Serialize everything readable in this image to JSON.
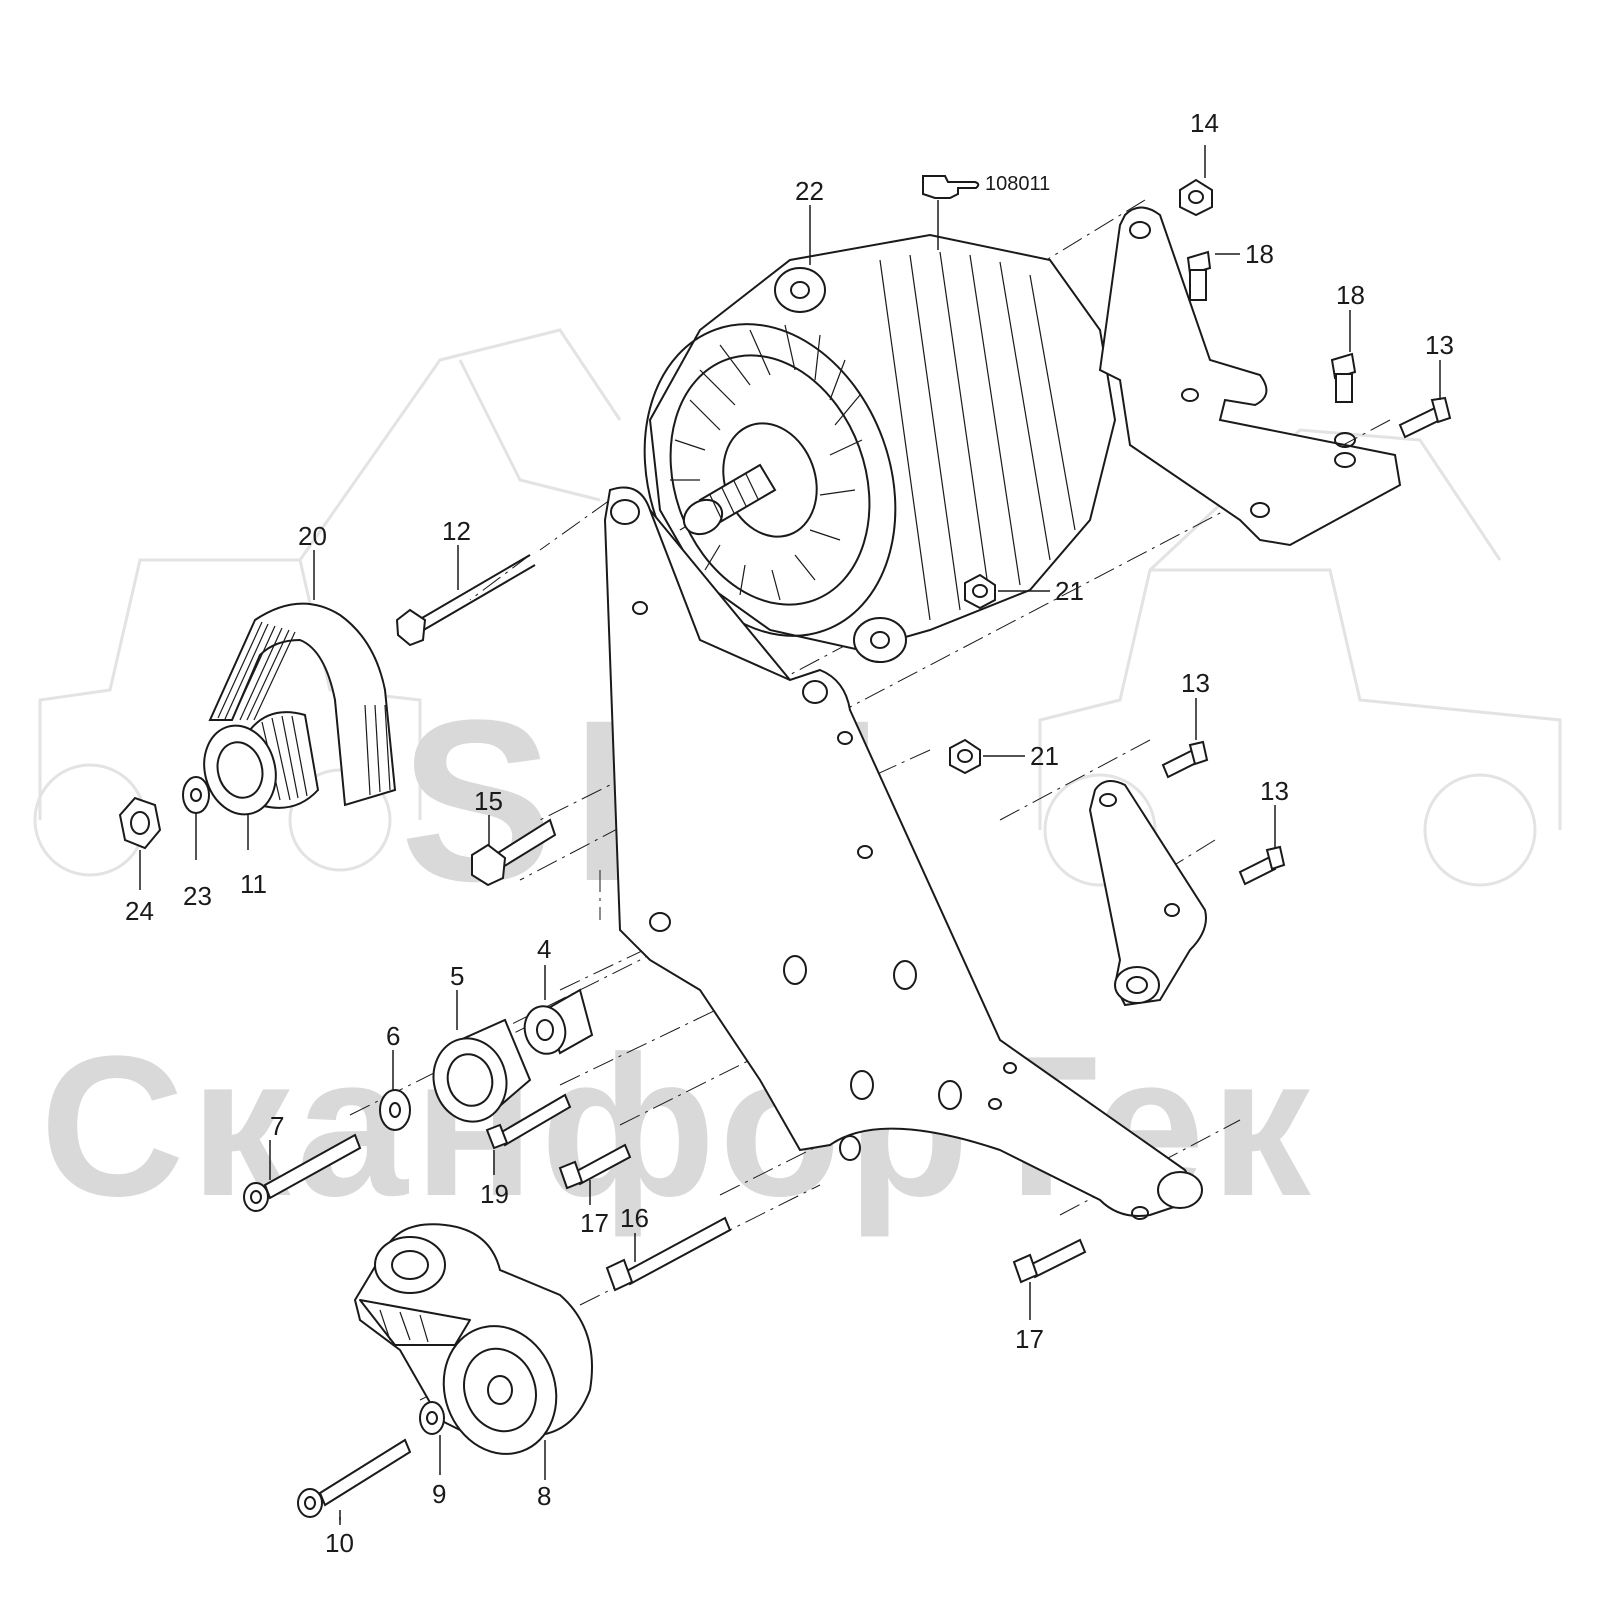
{
  "watermark": {
    "brand": "SFT",
    "company": "СканфорТек"
  },
  "reference": {
    "code": "108011",
    "icon": "pointing-hand-icon"
  },
  "callouts": [
    {
      "id": "c22",
      "label": "22"
    },
    {
      "id": "c14",
      "label": "14"
    },
    {
      "id": "c18a",
      "label": "18"
    },
    {
      "id": "c18b",
      "label": "18"
    },
    {
      "id": "c13a",
      "label": "13"
    },
    {
      "id": "c20",
      "label": "20"
    },
    {
      "id": "c12",
      "label": "12"
    },
    {
      "id": "c21a",
      "label": "21"
    },
    {
      "id": "c13b",
      "label": "13"
    },
    {
      "id": "c21b",
      "label": "21"
    },
    {
      "id": "c13c",
      "label": "13"
    },
    {
      "id": "c15",
      "label": "15"
    },
    {
      "id": "c24",
      "label": "24"
    },
    {
      "id": "c23",
      "label": "23"
    },
    {
      "id": "c11",
      "label": "11"
    },
    {
      "id": "c4",
      "label": "4"
    },
    {
      "id": "c5",
      "label": "5"
    },
    {
      "id": "c6",
      "label": "6"
    },
    {
      "id": "c7",
      "label": "7"
    },
    {
      "id": "c19",
      "label": "19"
    },
    {
      "id": "c17a",
      "label": "17"
    },
    {
      "id": "c16",
      "label": "16"
    },
    {
      "id": "c17b",
      "label": "17"
    },
    {
      "id": "c9",
      "label": "9"
    },
    {
      "id": "c8",
      "label": "8"
    },
    {
      "id": "c10",
      "label": "10"
    }
  ]
}
